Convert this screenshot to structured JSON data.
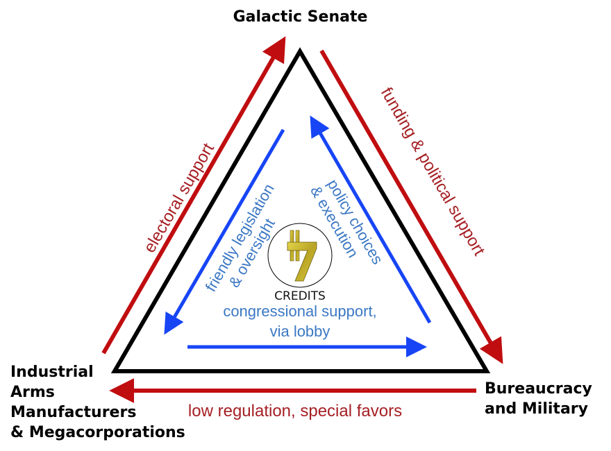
{
  "nodes": {
    "top": "Galactic Senate",
    "bottom_left": [
      "Industrial",
      "Arms",
      "Manufacturers",
      "& Megacorporations"
    ],
    "bottom_right": [
      "Bureaucracy",
      "and Military"
    ]
  },
  "outer_arrows": {
    "left": "electoral support",
    "right": "funding & political support",
    "bottom": "low regulation, special favors"
  },
  "inner_arrows": {
    "left": [
      "friendly legislation",
      "& oversight"
    ],
    "right": [
      "policy choices",
      "& execution"
    ],
    "bottom": [
      "congressional support,",
      "via lobby"
    ]
  },
  "center_logo": {
    "symbol": "7",
    "caption": "CREDITS"
  },
  "colors": {
    "outer_arrow": "#c00d10",
    "outer_label": "#a51f24",
    "inner_arrow": "#1745f5",
    "inner_label": "#3b78c4",
    "triangle": "#000000",
    "logo_gold": "#c9b72e"
  }
}
